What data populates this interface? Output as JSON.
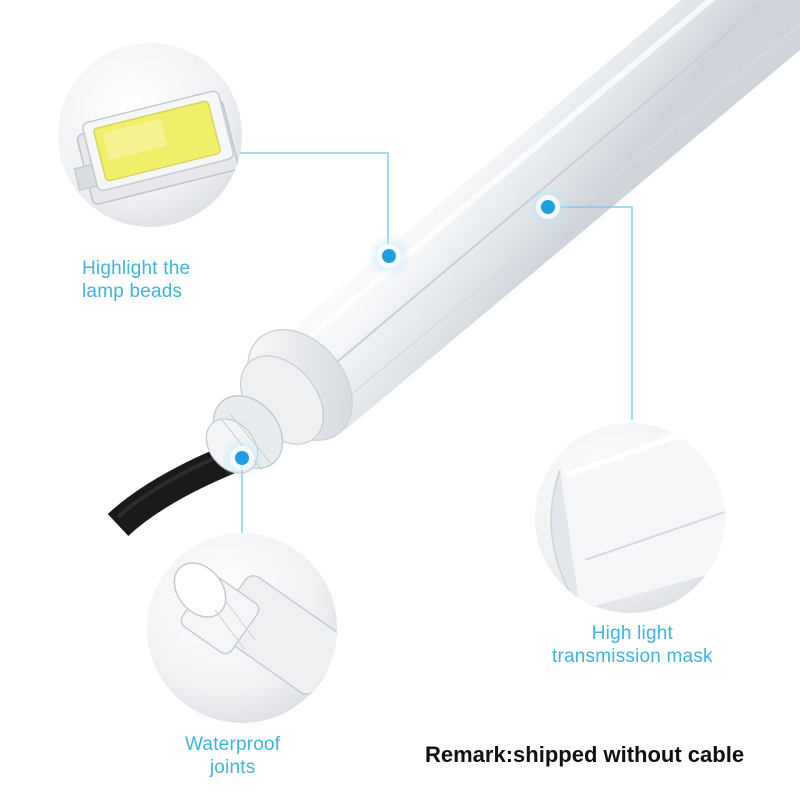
{
  "callouts": {
    "lamp_beads": {
      "line1": "Highlight the",
      "line2": "lamp beads"
    },
    "mask": {
      "line1": "High light",
      "line2": "transmission mask"
    },
    "joints": {
      "line1": "Waterproof",
      "line2": "joints"
    }
  },
  "remark": "Remark:shipped without cable",
  "colors": {
    "accent": "#3fb3dd",
    "dot": "#1f9fe0",
    "cable": "#1a1a1a",
    "led": "#f1ef6a"
  }
}
